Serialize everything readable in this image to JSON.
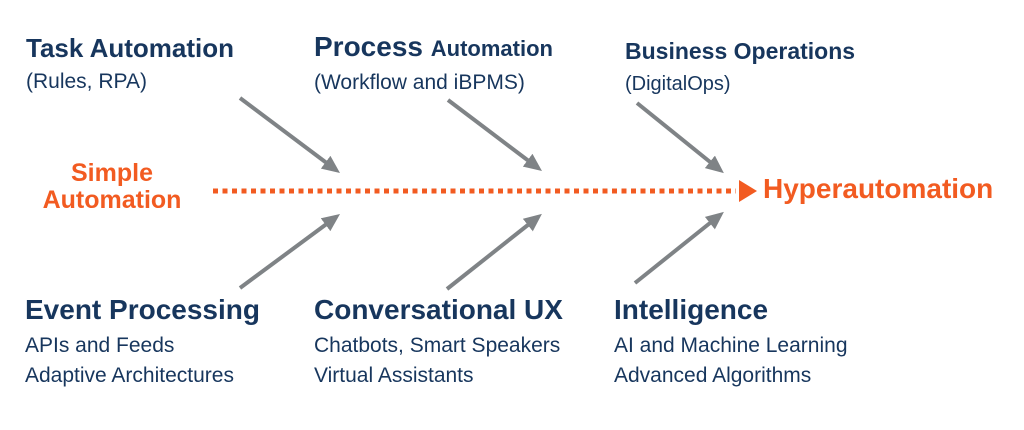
{
  "colors": {
    "navy": "#17365D",
    "orange": "#F25B21",
    "arrow_gray": "#7F8386",
    "background": "#FFFFFF"
  },
  "timeline": {
    "start_label_line1": "Simple",
    "start_label_line2": "Automation",
    "end_label": "Hyperautomation",
    "style": "orange dotted line with right arrowhead"
  },
  "top_row": [
    {
      "title": "Task Automation",
      "subtitle": "(Rules, RPA)"
    },
    {
      "title_word1": "Process",
      "title_word2": "Automation",
      "subtitle": "(Workflow and iBPMS)"
    },
    {
      "title": "Business Operations",
      "subtitle": "(DigitalOps)"
    }
  ],
  "bottom_row": [
    {
      "title": "Event Processing",
      "line1": "APIs and Feeds",
      "line2": "Adaptive Architectures"
    },
    {
      "title": "Conversational UX",
      "line1": "Chatbots, Smart Speakers",
      "line2": "Virtual Assistants"
    },
    {
      "title": "Intelligence",
      "line1": "AI and Machine Learning",
      "line2": "Advanced Algorithms"
    }
  ],
  "connections": [
    {
      "from": "Task Automation",
      "to": "timeline",
      "direction": "down"
    },
    {
      "from": "Process Automation",
      "to": "timeline",
      "direction": "down"
    },
    {
      "from": "Business Operations",
      "to": "timeline",
      "direction": "down"
    },
    {
      "from": "Event Processing",
      "to": "timeline",
      "direction": "up"
    },
    {
      "from": "Conversational UX",
      "to": "timeline",
      "direction": "up"
    },
    {
      "from": "Intelligence",
      "to": "timeline",
      "direction": "up"
    }
  ]
}
